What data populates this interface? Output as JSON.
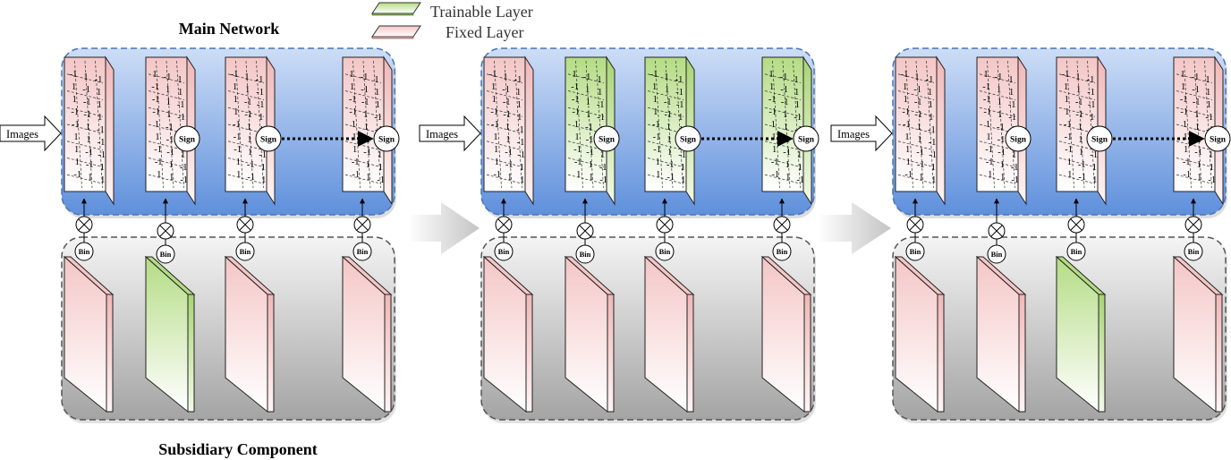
{
  "title_main": "Main Network",
  "title_sub": "Subsidiary Component",
  "legend": {
    "trainable_label": "Trainable Layer",
    "fixed_label": "Fixed Layer",
    "trainable_color": "#b4dc84",
    "fixed_color": "#f4c6c6"
  },
  "images_label": "Images",
  "sign_label": "Sign",
  "bin_label": "Bin",
  "multiply_symbol": "×",
  "ellipsis": "······",
  "matrix_cells": [
    "-1",
    "1",
    "-1",
    "1",
    "-1",
    "1",
    "1",
    "-1",
    "1",
    "-1"
  ],
  "colors": {
    "main_bg_top": "#cdddf6",
    "main_bg_bottom": "#5f90dc",
    "sub_bg_top": "#f2f2f2",
    "sub_bg_bottom": "#a8a8a8",
    "fixed": "#f4c6c6",
    "trainable": "#b4dc84"
  },
  "stages": [
    {
      "id": "stage-1",
      "main_layers": [
        "fixed",
        "fixed",
        "fixed",
        "fixed"
      ],
      "sub_layers": [
        "fixed",
        "trainable",
        "fixed",
        "fixed"
      ]
    },
    {
      "id": "stage-2",
      "main_layers": [
        "fixed",
        "trainable",
        "trainable",
        "trainable"
      ],
      "sub_layers": [
        "fixed",
        "fixed",
        "fixed",
        "fixed"
      ]
    },
    {
      "id": "stage-3",
      "main_layers": [
        "fixed",
        "fixed",
        "fixed",
        "fixed"
      ],
      "sub_layers": [
        "fixed",
        "fixed",
        "trainable",
        "fixed"
      ]
    }
  ]
}
